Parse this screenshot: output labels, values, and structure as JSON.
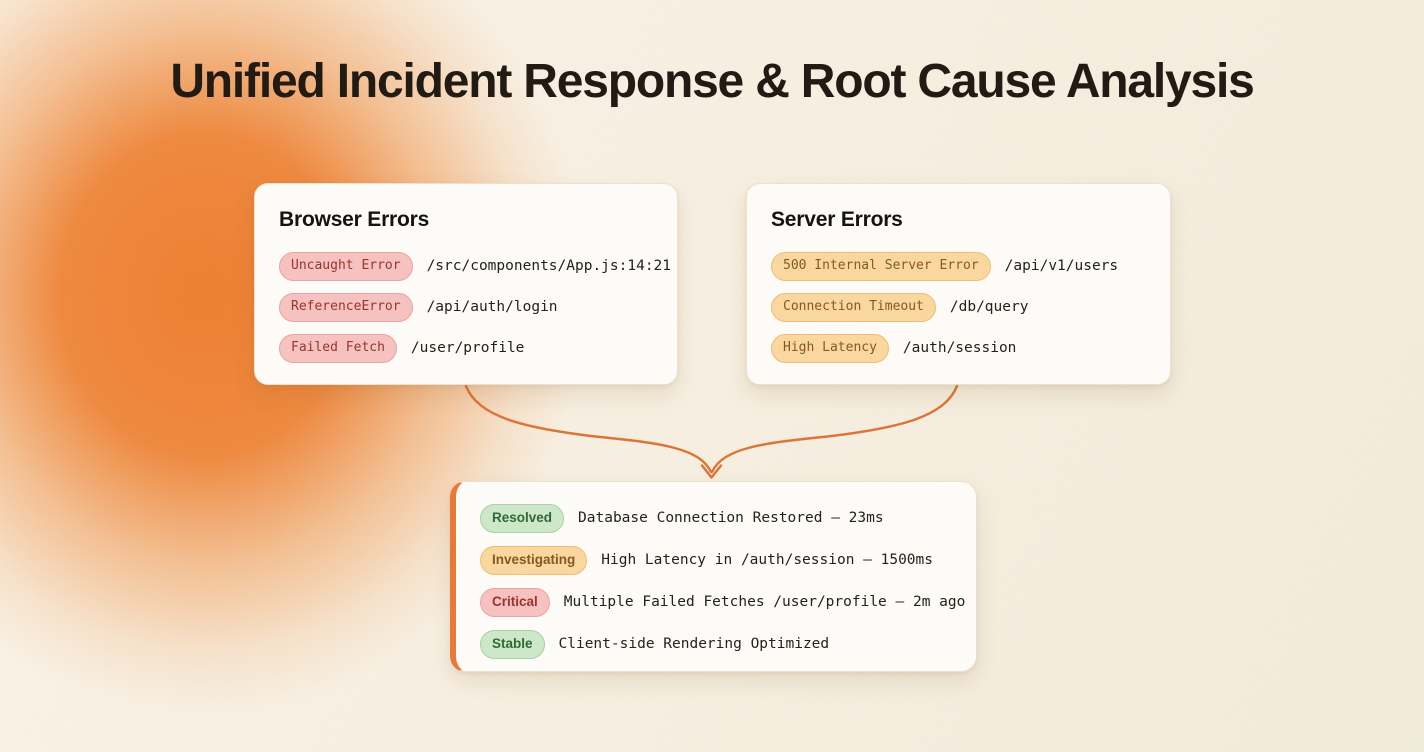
{
  "page": {
    "title": "Unified Incident Response & Root Cause Analysis"
  },
  "theme": {
    "accent_orange": "#e87a38",
    "arrow_orange": "#dd7636",
    "badge_pink_bg": "#f7c4c2",
    "badge_pink_text": "#9c332e",
    "badge_amber_bg": "#fbd9a1",
    "badge_amber_text": "#8a591c",
    "badge_green_bg": "#cfe9ca",
    "badge_green_text": "#2f6b35"
  },
  "cards": {
    "browser": {
      "title": "Browser Errors",
      "items": [
        {
          "badge": "Uncaught Error",
          "path": "/src/components/App.js:14:21"
        },
        {
          "badge": "ReferenceError",
          "path": "/api/auth/login"
        },
        {
          "badge": "Failed Fetch",
          "path": "/user/profile"
        }
      ]
    },
    "server": {
      "title": "Server Errors",
      "items": [
        {
          "badge": "500 Internal Server Error",
          "path": "/api/v1/users"
        },
        {
          "badge": "Connection Timeout",
          "path": "/db/query"
        },
        {
          "badge": "High Latency",
          "path": "/auth/session"
        }
      ]
    },
    "summary": {
      "items": [
        {
          "badge": "Resolved",
          "status": "green",
          "text": "Database Connection Restored – 23ms"
        },
        {
          "badge": "Investigating",
          "status": "amber",
          "text": "High Latency in /auth/session – 1500ms"
        },
        {
          "badge": "Critical",
          "status": "pink",
          "text": "Multiple Failed Fetches /user/profile – 2m ago"
        },
        {
          "badge": "Stable",
          "status": "green",
          "text": "Client-side Rendering Optimized"
        }
      ]
    }
  }
}
